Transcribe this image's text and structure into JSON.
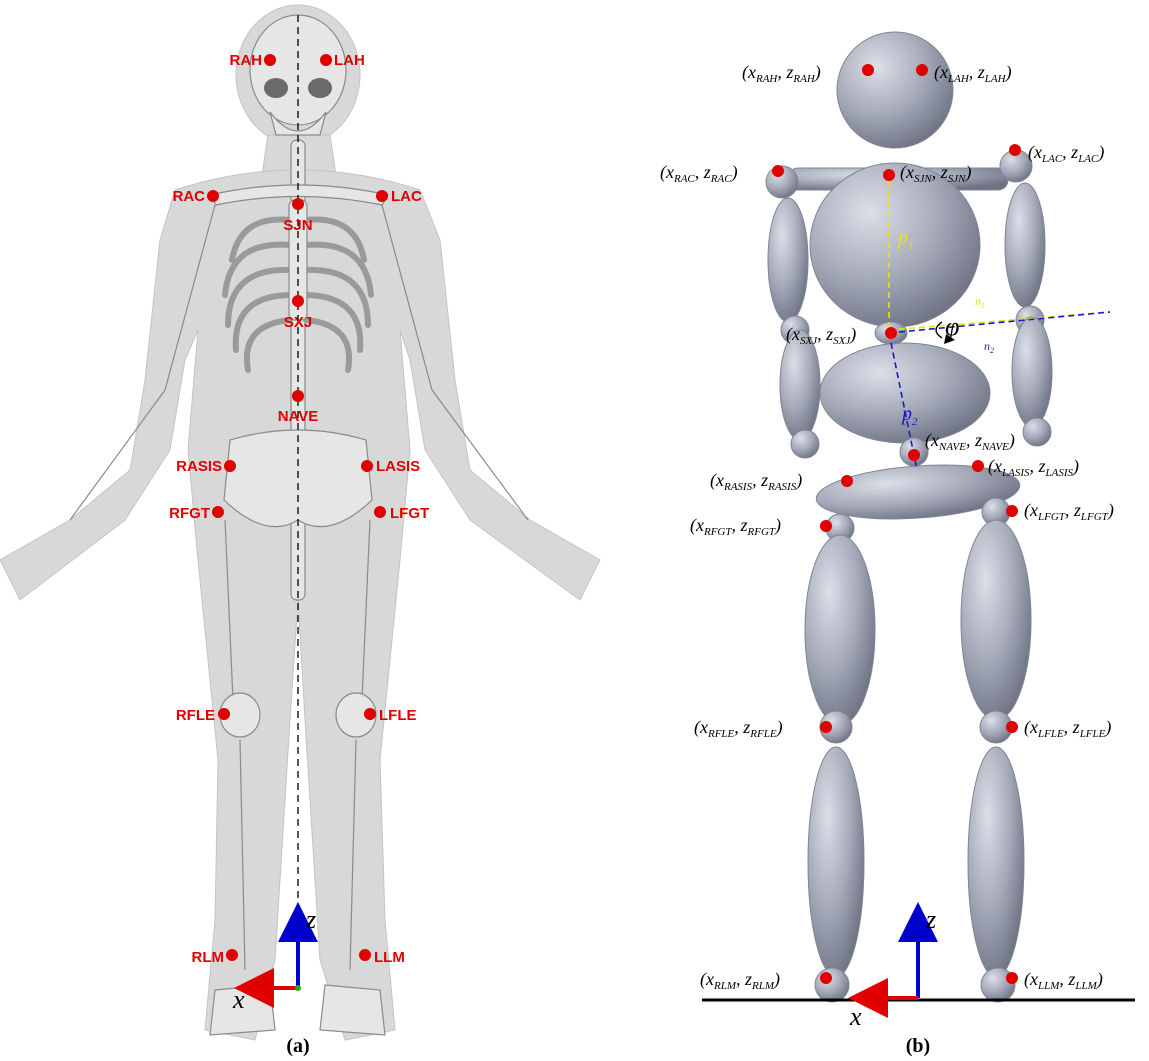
{
  "panels": {
    "a": {
      "caption": "(a)",
      "markers": [
        {
          "id": "RAH",
          "label": "RAH"
        },
        {
          "id": "LAH",
          "label": "LAH"
        },
        {
          "id": "RAC",
          "label": "RAC"
        },
        {
          "id": "LAC",
          "label": "LAC"
        },
        {
          "id": "SJN",
          "label": "SJN"
        },
        {
          "id": "SXJ",
          "label": "SXJ"
        },
        {
          "id": "NAVE",
          "label": "NAVE"
        },
        {
          "id": "RASIS",
          "label": "RASIS"
        },
        {
          "id": "LASIS",
          "label": "LASIS"
        },
        {
          "id": "RFGT",
          "label": "RFGT"
        },
        {
          "id": "LFGT",
          "label": "LFGT"
        },
        {
          "id": "RFLE",
          "label": "RFLE"
        },
        {
          "id": "LFLE",
          "label": "LFLE"
        },
        {
          "id": "RLM",
          "label": "RLM"
        },
        {
          "id": "LLM",
          "label": "LLM"
        }
      ],
      "axes": {
        "z": "z",
        "x": "x"
      }
    },
    "b": {
      "caption": "(b)",
      "markers": [
        {
          "id": "RAH",
          "x_sub": "RAH",
          "z_sub": "RAH"
        },
        {
          "id": "LAH",
          "x_sub": "LAH",
          "z_sub": "LAH"
        },
        {
          "id": "RAC",
          "x_sub": "RAC",
          "z_sub": "RAC"
        },
        {
          "id": "LAC",
          "x_sub": "LAC",
          "z_sub": "LAC"
        },
        {
          "id": "SJN",
          "x_sub": "SJN",
          "z_sub": "SJN"
        },
        {
          "id": "SXJ",
          "x_sub": "SXJ",
          "z_sub": "SXJ"
        },
        {
          "id": "NAVE",
          "x_sub": "NAVE",
          "z_sub": "NAVE"
        },
        {
          "id": "RASIS",
          "x_sub": "RASIS",
          "z_sub": "RASIS"
        },
        {
          "id": "LASIS",
          "x_sub": "LASIS",
          "z_sub": "LASIS"
        },
        {
          "id": "RFGT",
          "x_sub": "RFGT",
          "z_sub": "RFGT"
        },
        {
          "id": "LFGT",
          "x_sub": "LFGT",
          "z_sub": "LFGT"
        },
        {
          "id": "RFLE",
          "x_sub": "RFLE",
          "z_sub": "RFLE"
        },
        {
          "id": "LFLE",
          "x_sub": "LFLE",
          "z_sub": "LFLE"
        },
        {
          "id": "RLM",
          "x_sub": "RLM",
          "z_sub": "RLM"
        },
        {
          "id": "LLM",
          "x_sub": "LLM",
          "z_sub": "LLM"
        }
      ],
      "vectors": {
        "p1": {
          "base": "p",
          "sub": "1"
        },
        "p2": {
          "base": "p",
          "sub": "2"
        },
        "n1": {
          "base": "n",
          "sub": "1"
        },
        "n2": {
          "base": "n",
          "sub": "2"
        },
        "angle": "φ"
      },
      "axes": {
        "z": "z",
        "x": "x"
      }
    }
  },
  "colors": {
    "marker": "#e00000",
    "z_axis": "#0000cc",
    "x_axis": "#e00000",
    "p1_n1": "#e6e600",
    "p2_n2": "#1a1acc",
    "segment": "#a4a9b8"
  }
}
